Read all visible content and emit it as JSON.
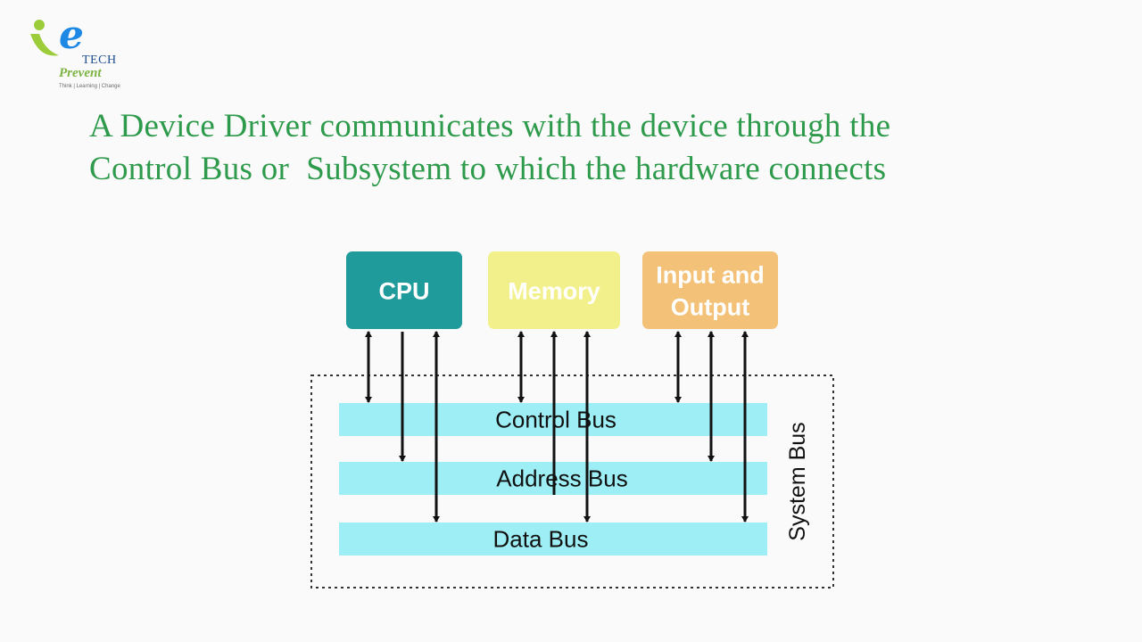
{
  "logo": {
    "letter": "e",
    "tech": "TECH",
    "name": "Prevent",
    "tagline": "Think | Learning | Change"
  },
  "title": {
    "line1": "A Device Driver communicates with the device through the",
    "line2": "Control Bus or  Subsystem to which the hardware connects"
  },
  "diagram": {
    "components": [
      {
        "id": "cpu",
        "label_lines": [
          "CPU"
        ],
        "color": "#1f9b9b"
      },
      {
        "id": "memory",
        "label_lines": [
          "Memory"
        ],
        "color": "#f2f08a"
      },
      {
        "id": "io",
        "label_lines": [
          "Input and",
          "Output"
        ],
        "color": "#f3c178"
      }
    ],
    "buses": [
      {
        "id": "control",
        "label": "Control Bus",
        "color": "#9eeff5"
      },
      {
        "id": "address",
        "label": "Address Bus",
        "color": "#9eeff5"
      },
      {
        "id": "data",
        "label": "Data Bus",
        "color": "#9eeff5"
      }
    ],
    "system_label": "System Bus",
    "connections": [
      {
        "from": "cpu",
        "to": "control",
        "direction": "both"
      },
      {
        "from": "cpu",
        "to": "address",
        "direction": "down"
      },
      {
        "from": "cpu",
        "to": "data",
        "direction": "both"
      },
      {
        "from": "memory",
        "to": "control",
        "direction": "both"
      },
      {
        "from": "memory",
        "to": "address",
        "direction": "up"
      },
      {
        "from": "memory",
        "to": "data",
        "direction": "both"
      },
      {
        "from": "io",
        "to": "control",
        "direction": "both"
      },
      {
        "from": "io",
        "to": "address",
        "direction": "both"
      },
      {
        "from": "io",
        "to": "data",
        "direction": "both"
      }
    ]
  }
}
